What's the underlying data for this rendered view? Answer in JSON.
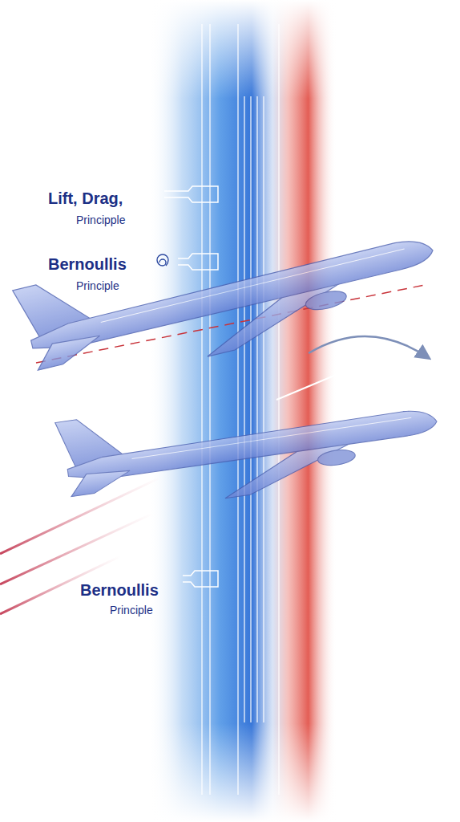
{
  "diagram": {
    "labels": [
      "Lift, Drag,",
      "Principple",
      "Bernoullis",
      "Principle",
      "Bernoullis",
      "Principle"
    ]
  }
}
